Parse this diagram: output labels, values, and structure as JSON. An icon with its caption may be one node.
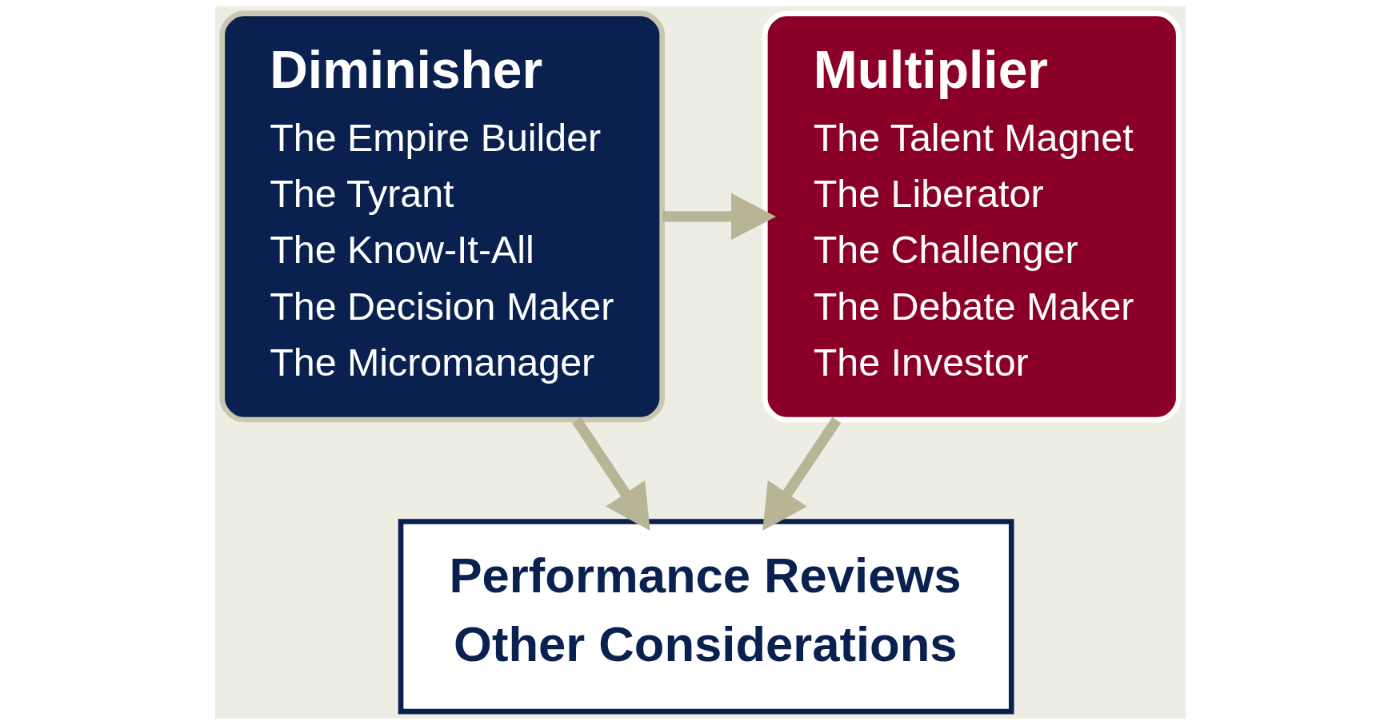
{
  "diagram": {
    "nodes": [
      {
        "text": [
          "Diminisher",
          "The Empire Builder",
          "The Tyrant",
          "The Know-It-All",
          "The Decision Maker",
          "The Micromanager"
        ]
      },
      {
        "text": [
          "Multiplier",
          "The Talent Magnet",
          "The Liberator",
          "The Challenger",
          "The Debate Maker",
          "The Investor"
        ]
      },
      {
        "text": [
          "Performance Reviews",
          "Other Considerations"
        ]
      }
    ],
    "edges": [
      {
        "from": 0,
        "to": 1,
        "arrow": "to"
      },
      {
        "from": 0,
        "to": 2,
        "arrow": "to"
      },
      {
        "from": 1,
        "to": 2,
        "arrow": "to"
      }
    ]
  }
}
